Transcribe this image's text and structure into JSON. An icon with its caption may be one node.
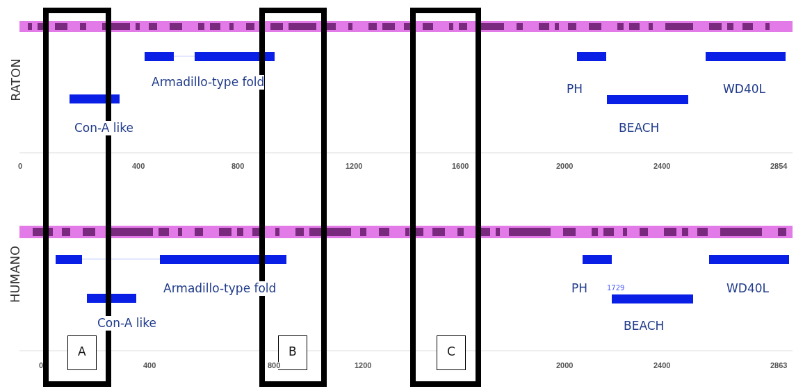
{
  "diagram": {
    "labels": [
      "RATON",
      "Armadillo-type fold",
      "PH",
      "WD40L",
      "Con-A like",
      "BEACH",
      "0",
      "400",
      "800",
      "1200",
      "1600",
      "2000",
      "2400",
      "2854",
      "HUMANO",
      "Armadillo-type fold",
      "PH",
      "WD40L",
      "Con-A like",
      "1729",
      "BEACH",
      "A",
      "B",
      "C",
      "0",
      "400",
      "800",
      "1200",
      "2000",
      "2400",
      "2863"
    ]
  }
}
